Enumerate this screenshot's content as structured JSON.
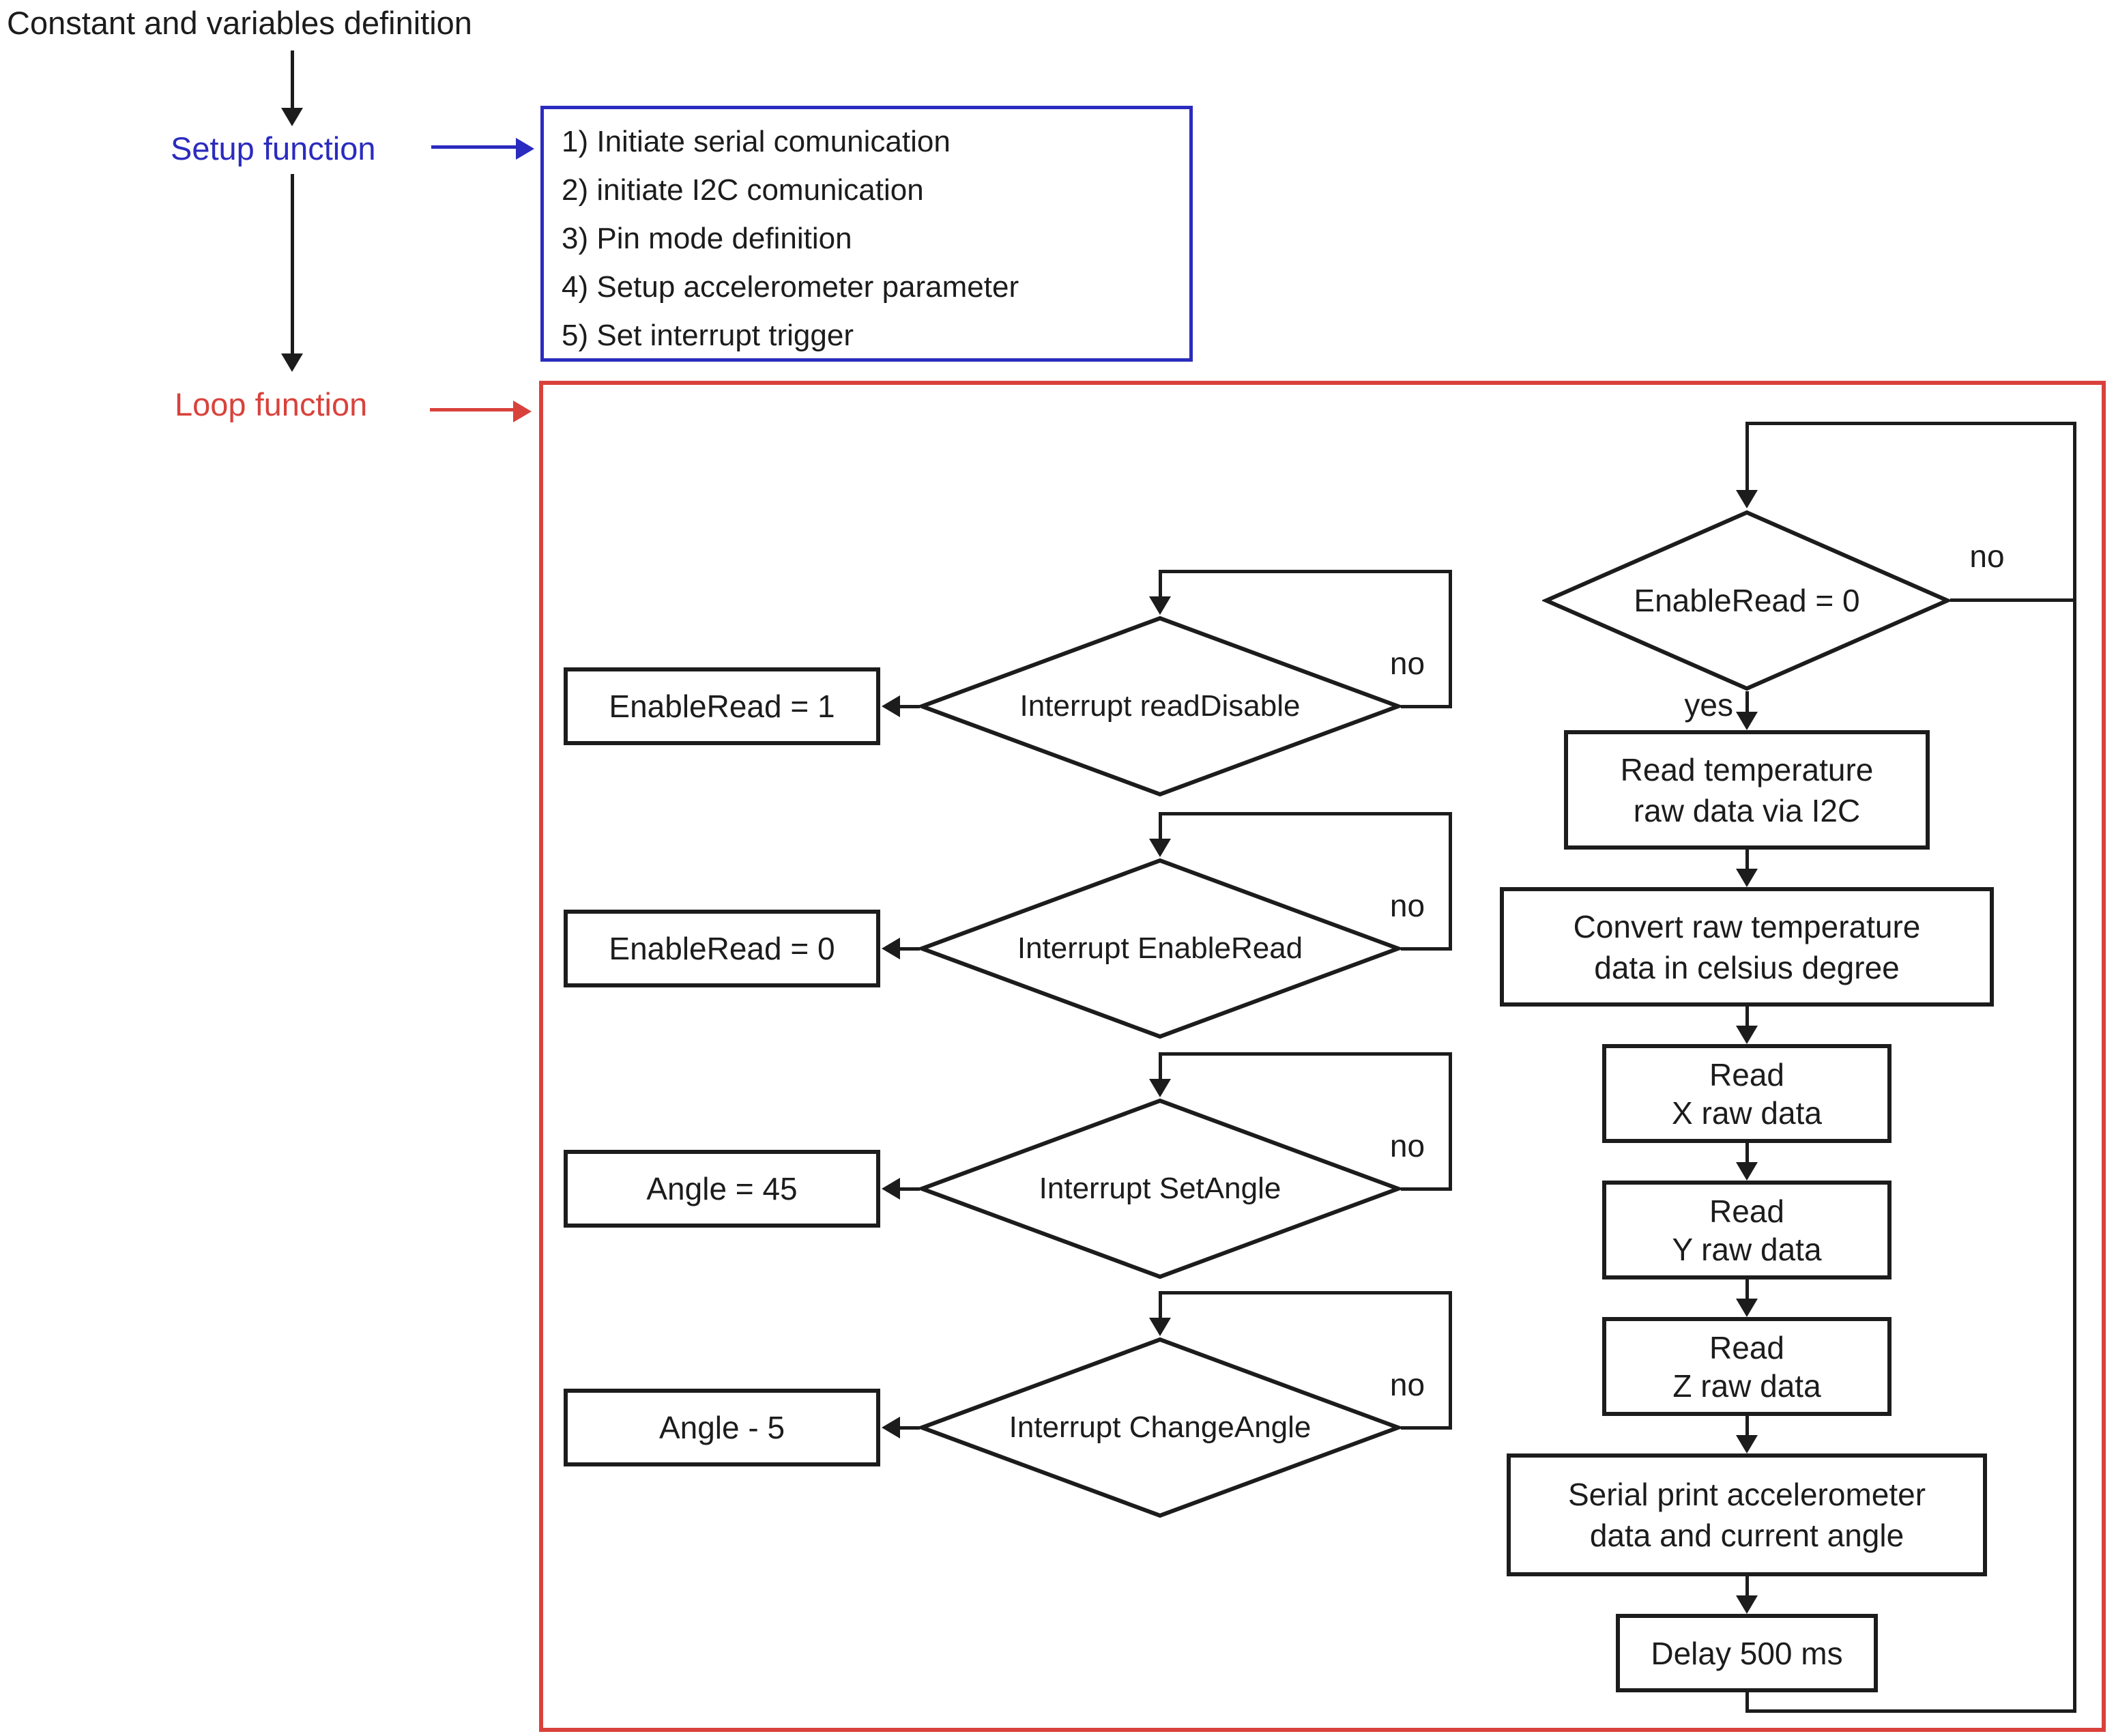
{
  "colors": {
    "ink": "#1c1c1c",
    "accent-blue": "#2b2bbf",
    "accent-red": "#d9423c"
  },
  "header": {
    "title": "Constant and variables definition",
    "setup_label": "Setup function",
    "loop_label": "Loop function"
  },
  "setup_box": {
    "items": [
      "1) Initiate serial comunication",
      "2) initiate I2C comunication",
      "3) Pin mode definition",
      "4) Setup accelerometer parameter",
      "5) Set interrupt trigger"
    ]
  },
  "branch_labels": {
    "no": "no",
    "yes": "yes"
  },
  "interrupt_rows": [
    {
      "condition": "Interrupt readDisable",
      "action": "EnableRead = 1"
    },
    {
      "condition": "Interrupt EnableRead",
      "action": "EnableRead = 0"
    },
    {
      "condition": "Interrupt SetAngle",
      "action": "Angle = 45"
    },
    {
      "condition": "Interrupt ChangeAngle",
      "action": "Angle - 5"
    }
  ],
  "main_loop": {
    "condition": "EnableRead = 0",
    "steps": [
      {
        "lines": [
          "Read temperature",
          "raw data via I2C"
        ]
      },
      {
        "lines": [
          "Convert raw temperature",
          "data in celsius degree"
        ]
      },
      {
        "lines": [
          "Read",
          "X raw data"
        ]
      },
      {
        "lines": [
          "Read",
          "Y raw data"
        ]
      },
      {
        "lines": [
          "Read",
          "Z raw data"
        ]
      },
      {
        "lines": [
          "Serial print accelerometer",
          "data and current angle"
        ]
      },
      {
        "lines": [
          "Delay 500 ms"
        ]
      }
    ]
  }
}
